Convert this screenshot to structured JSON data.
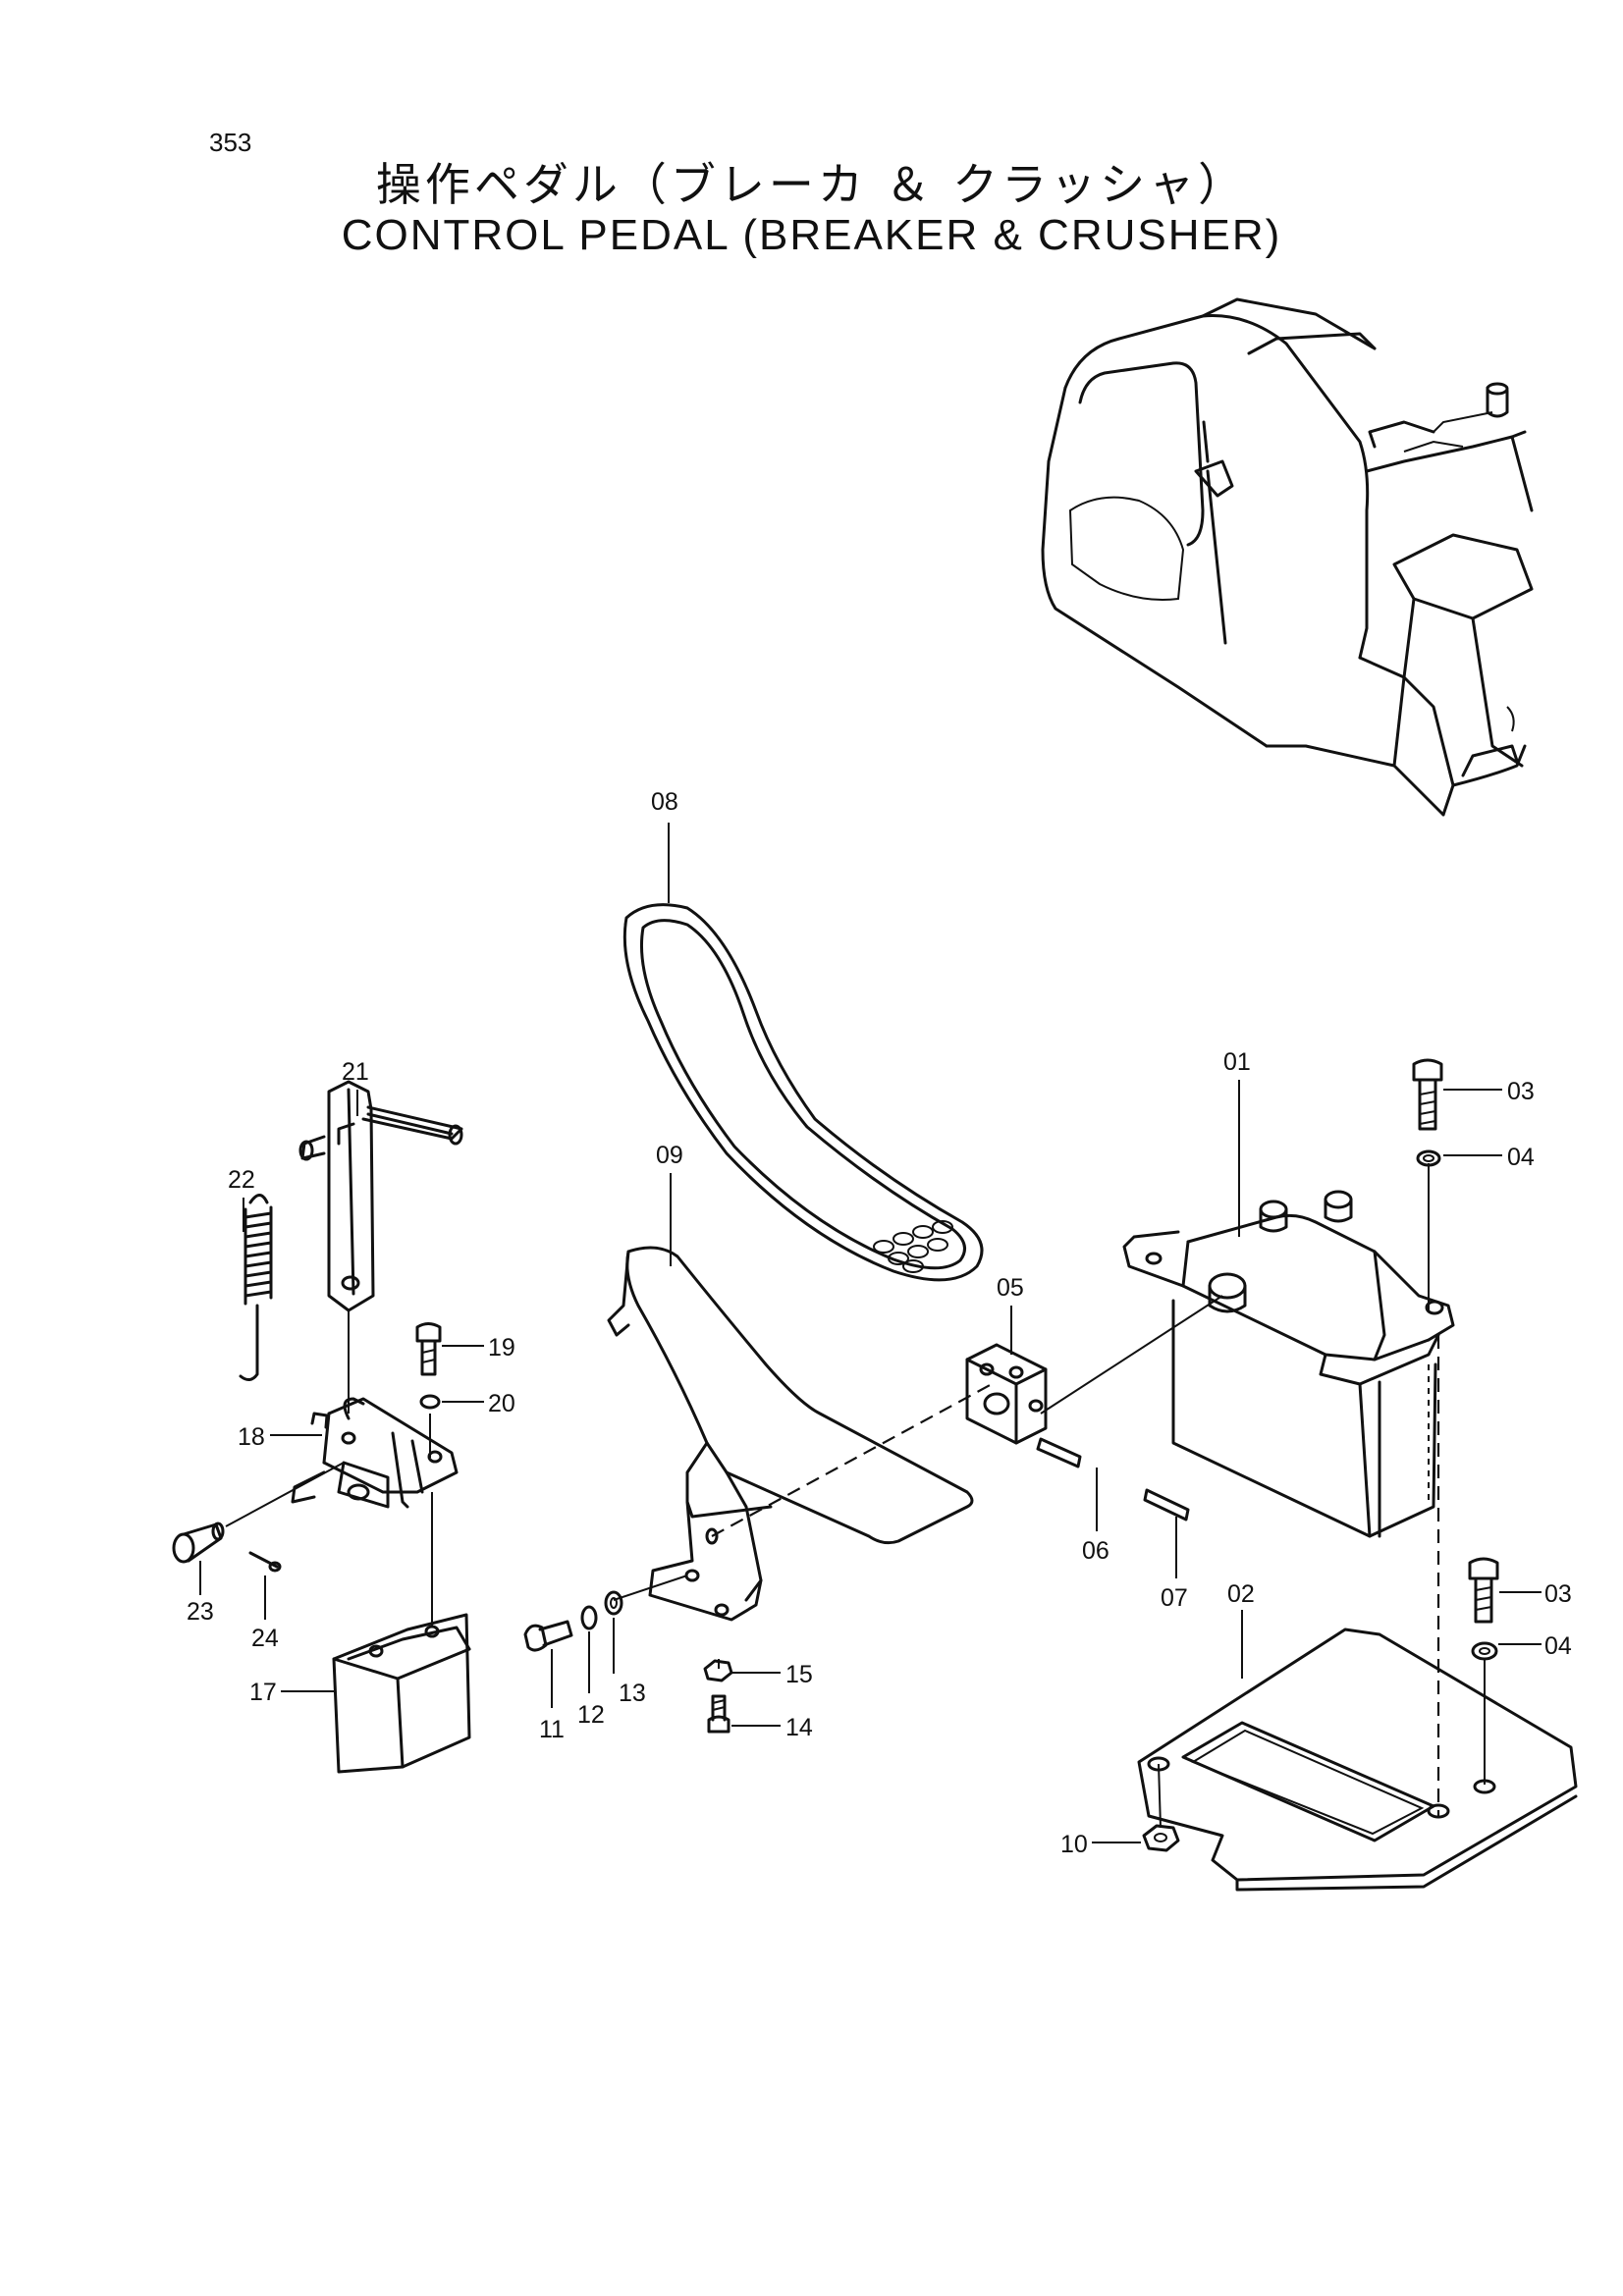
{
  "page": {
    "number": "353"
  },
  "title": {
    "japanese": "操作ペダル（ブレーカ ＆ クラッシャ）",
    "english": "CONTROL PEDAL (BREAKER & CRUSHER)"
  },
  "parts": [
    {
      "id": "01",
      "label": "01"
    },
    {
      "id": "02",
      "label": "02"
    },
    {
      "id": "03a",
      "label": "03"
    },
    {
      "id": "03b",
      "label": "03"
    },
    {
      "id": "04a",
      "label": "04"
    },
    {
      "id": "04b",
      "label": "04"
    },
    {
      "id": "05",
      "label": "05"
    },
    {
      "id": "06",
      "label": "06"
    },
    {
      "id": "07",
      "label": "07"
    },
    {
      "id": "08",
      "label": "08"
    },
    {
      "id": "09",
      "label": "09"
    },
    {
      "id": "10",
      "label": "10"
    },
    {
      "id": "11",
      "label": "11"
    },
    {
      "id": "12",
      "label": "12"
    },
    {
      "id": "13",
      "label": "13"
    },
    {
      "id": "14",
      "label": "14"
    },
    {
      "id": "15",
      "label": "15"
    },
    {
      "id": "17",
      "label": "17"
    },
    {
      "id": "18",
      "label": "18"
    },
    {
      "id": "19",
      "label": "19"
    },
    {
      "id": "20",
      "label": "20"
    },
    {
      "id": "21",
      "label": "21"
    },
    {
      "id": "22",
      "label": "22"
    },
    {
      "id": "23",
      "label": "23"
    },
    {
      "id": "24",
      "label": "24"
    }
  ]
}
